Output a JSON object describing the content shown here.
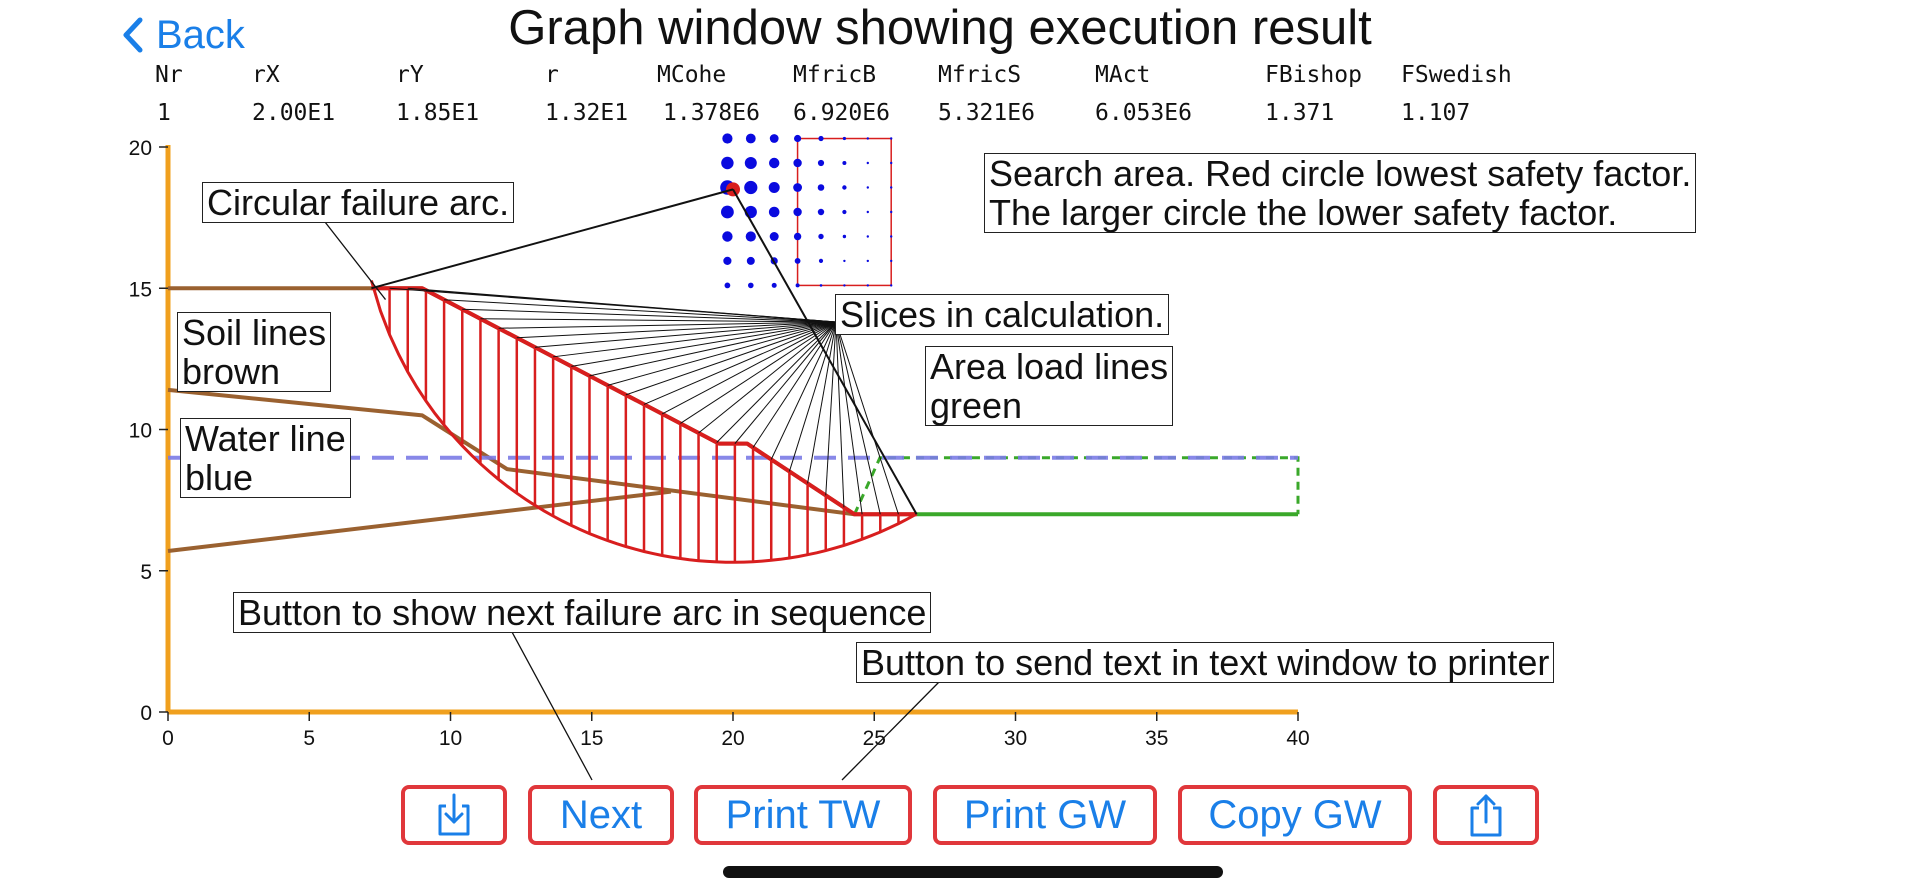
{
  "nav": {
    "back_label": "Back"
  },
  "title": "Graph window showing execution result",
  "results": {
    "headers": [
      "Nr",
      "rX",
      "rY",
      "r",
      "MCohe",
      "MfricB",
      "MfricS",
      "MAct",
      "FBishop",
      "FSwedish"
    ],
    "values": [
      "1",
      "2.00E1",
      "1.85E1",
      "1.32E1",
      "1.378E6",
      "6.920E6",
      "5.321E6",
      "6.053E6",
      "1.371",
      "1.107"
    ]
  },
  "annotations": {
    "circular_arc": "Circular failure arc.",
    "search_area": "Search area. Red circle lowest safety factor.\nThe larger circle the lower safety factor.",
    "slices": "Slices in calculation.",
    "area_load": "Area load lines\ngreen",
    "soil_lines": "Soil lines\nbrown",
    "water_line": "Water line\nblue",
    "next_button_hint": "Button to show next failure arc in sequence",
    "print_button_hint": "Button to send text in text window to printer"
  },
  "toolbar": {
    "save_icon": "download-icon",
    "next_label": "Next",
    "print_tw_label": "Print TW",
    "print_gw_label": "Print GW",
    "copy_gw_label": "Copy GW",
    "share_icon": "share-icon"
  },
  "colors": {
    "accent": "#1a7fe8",
    "button_border": "#e0373b",
    "axis": "#f0a01e",
    "soil": "#9a6130",
    "water": "#7b7be6",
    "failure": "#d81e1e",
    "load": "#3aa82a",
    "search_dot": "#0a0adf"
  },
  "chart_data": {
    "type": "scatter",
    "xlim": [
      0,
      40
    ],
    "ylim": [
      0,
      20
    ],
    "xticks": [
      "0",
      "5",
      "10",
      "15",
      "20",
      "25",
      "30",
      "35",
      "40"
    ],
    "yticks": [
      "0",
      "5",
      "10",
      "15",
      "20"
    ],
    "soil_lines": [
      [
        [
          0,
          15
        ],
        [
          7.2,
          15
        ],
        [
          9,
          15
        ],
        [
          19.5,
          9.5
        ],
        [
          20.5,
          9.5
        ],
        [
          24.3,
          7
        ],
        [
          26.5,
          7
        ]
      ],
      [
        [
          0,
          11.4
        ],
        [
          9,
          10.5
        ],
        [
          12,
          8.6
        ],
        [
          24.3,
          7
        ]
      ],
      [
        [
          0,
          5.7
        ],
        [
          17.8,
          7.8
        ]
      ]
    ],
    "water_line": [
      [
        0,
        9
      ],
      [
        40,
        9
      ]
    ],
    "failure_arc": {
      "center": [
        20,
        18.5
      ],
      "radius": 13.2
    },
    "slice_count": 30,
    "search_grid": {
      "x_range": [
        19.8,
        25.6
      ],
      "y_range": [
        15.1,
        20.3
      ],
      "cols": 7,
      "rows": 6,
      "best": [
        20,
        18.5
      ]
    },
    "area_load": {
      "x_range": [
        26.5,
        40
      ],
      "y_range": [
        7,
        9
      ]
    }
  }
}
